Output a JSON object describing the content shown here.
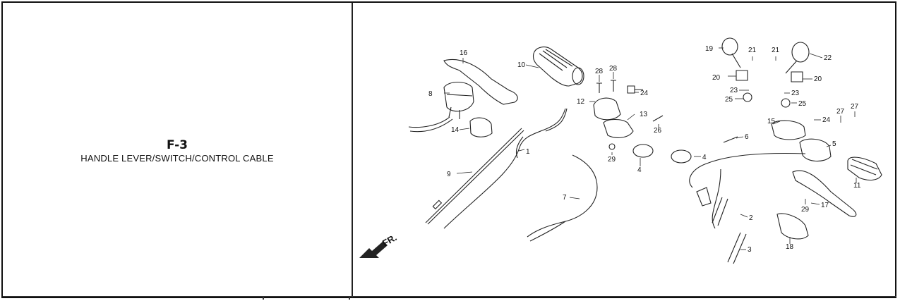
{
  "page": {
    "code": "F-3",
    "title": "HANDLE LEVER/SWITCH/CONTROL CABLE"
  },
  "diagram": {
    "direction_label": "FR.",
    "callouts": [
      "16",
      "10",
      "28",
      "28",
      "8",
      "24",
      "12",
      "13",
      "14",
      "26",
      "1",
      "29",
      "4",
      "4",
      "9",
      "7",
      "19",
      "21",
      "21",
      "22",
      "20",
      "20",
      "23",
      "23",
      "25",
      "25",
      "15",
      "24",
      "27",
      "27",
      "6",
      "5",
      "11",
      "2",
      "17",
      "29",
      "3",
      "18"
    ]
  }
}
